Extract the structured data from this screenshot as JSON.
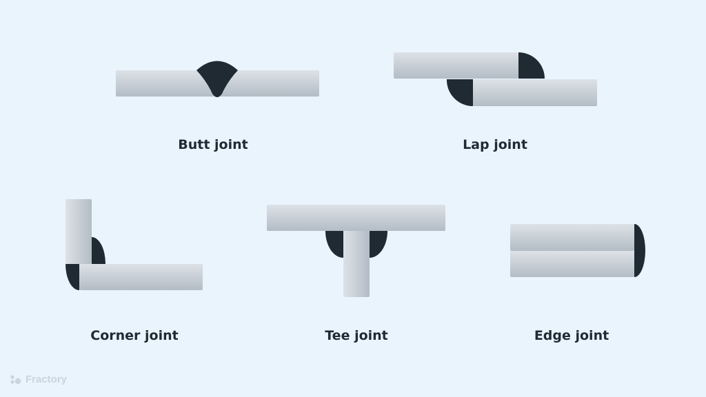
{
  "colors": {
    "background": "#e9f4fd",
    "metal_light": "#d2d8de",
    "metal_dark": "#b3bcc5",
    "weld": "#1f2a33",
    "label": "#1f2a33",
    "watermark": "#c9d4dd"
  },
  "joints": [
    {
      "id": "butt",
      "label": "Butt joint"
    },
    {
      "id": "lap",
      "label": "Lap joint"
    },
    {
      "id": "corner",
      "label": "Corner joint"
    },
    {
      "id": "tee",
      "label": "Tee joint"
    },
    {
      "id": "edge",
      "label": "Edge joint"
    }
  ],
  "watermark": {
    "text": "Fractory",
    "icon": "fractory-logo-icon"
  }
}
